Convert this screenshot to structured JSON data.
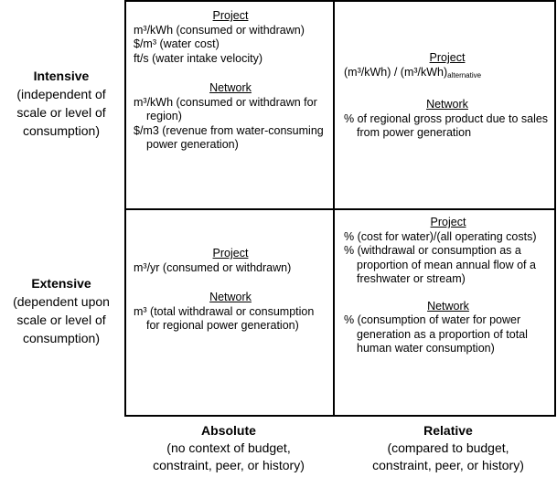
{
  "rows": [
    {
      "title": "Intensive",
      "subtitle": [
        "(independent of",
        "scale or level of",
        "consumption)"
      ]
    },
    {
      "title": "Extensive",
      "subtitle": [
        "(dependent upon",
        "scale or level of",
        "consumption)"
      ]
    }
  ],
  "columns": [
    {
      "title": "Absolute",
      "subtitle": [
        "(no context of budget,",
        "constraint, peer, or history)"
      ]
    },
    {
      "title": "Relative",
      "subtitle": [
        "(compared to budget,",
        "constraint, peer, or history)"
      ]
    }
  ],
  "cells": {
    "intensive_absolute": {
      "project_head": "Project",
      "project_items": [
        "m³/kWh (consumed or withdrawn)",
        "$/m³ (water cost)",
        "ft/s (water intake velocity)"
      ],
      "network_head": "Network",
      "network_items": [
        "m³/kWh (consumed or withdrawn for region)",
        "$/m3 (revenue from water-consuming power generation)"
      ]
    },
    "intensive_relative": {
      "project_head": "Project",
      "project_items": [
        "(m³/kWh) / (m³/kWh)",
        "alternative"
      ],
      "network_head": "Network",
      "network_items": [
        "% of regional gross product due to sales from power generation"
      ]
    },
    "extensive_absolute": {
      "project_head": "Project",
      "project_items": [
        "m³/yr (consumed or withdrawn)"
      ],
      "network_head": "Network",
      "network_items": [
        "m³ (total withdrawal or consumption for regional power generation)"
      ]
    },
    "extensive_relative": {
      "project_head": "Project",
      "project_items": [
        "% (cost for water)/(all operating costs)",
        "% (withdrawal or consumption as a proportion of mean annual flow of a freshwater or stream)"
      ],
      "network_head": "Network",
      "network_items": [
        "% (consumption of water for power generation as a proportion of total human water consumption)"
      ]
    }
  }
}
